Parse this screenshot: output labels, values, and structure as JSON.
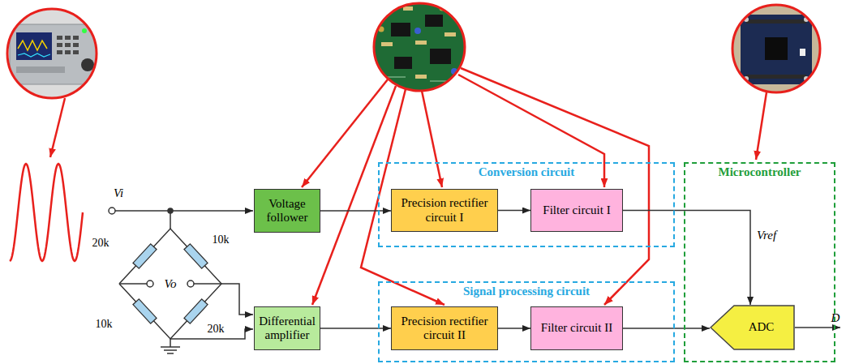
{
  "diagram": {
    "nodes": [
      {
        "text": [
          "Voltage follower"
        ]
      },
      {
        "text": [
          "Conversion circuit"
        ]
      },
      {
        "text": [
          "Precision rectifier circuit I"
        ],
        "in": 1
      },
      {
        "text": [
          "Filter circuit I"
        ],
        "in": 1
      },
      {
        "text": [
          "Differential amplifier"
        ]
      },
      {
        "text": [
          "Signal processing circuit"
        ]
      },
      {
        "text": [
          "Precision rectifier circuit II"
        ],
        "in": 5
      },
      {
        "text": [
          "Filter circuit II"
        ],
        "in": 5
      },
      {
        "text": [
          "Microcontroller"
        ]
      },
      {
        "text": [
          "ADC"
        ],
        "in": 8
      }
    ],
    "edges": [
      {
        "from": 0,
        "to": 2,
        "arrow": "to"
      },
      {
        "from": 2,
        "to": 3,
        "arrow": "to"
      },
      {
        "from": 3,
        "to": 9,
        "label": "Vref",
        "arrow": "to"
      },
      {
        "from": 4,
        "to": 6,
        "arrow": "to"
      },
      {
        "from": 6,
        "to": 7,
        "arrow": "to"
      },
      {
        "from": 7,
        "to": 9,
        "arrow": "to"
      }
    ],
    "labels": [
      "Vi",
      "20k",
      "10k",
      "Vo",
      "10k",
      "20k",
      "D"
    ]
  }
}
